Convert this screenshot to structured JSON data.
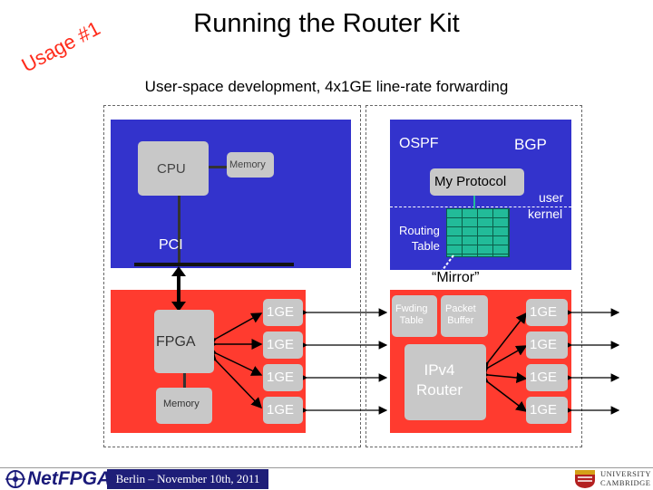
{
  "stamp": "Usage #1",
  "title": "Running the Router Kit",
  "subtitle": "User-space development, 4x1GE line-rate forwarding",
  "left": {
    "cpu": "CPU",
    "memory": "Memory",
    "pci": "PCI",
    "fpga": "FPGA",
    "fpga_memory": "Memory",
    "ports": [
      "1GE",
      "1GE",
      "1GE",
      "1GE"
    ]
  },
  "right": {
    "ospf": "OSPF",
    "bgp": "BGP",
    "my_protocol": "My Protocol",
    "user": "user",
    "kernel": "kernel",
    "routing_table": "Routing\nTable",
    "mirror": "“Mirror”",
    "fwding_table": "Fwding\nTable",
    "packet_buffer": "Packet\nBuffer",
    "ipv4_router": "IPv4\nRouter",
    "ports": [
      "1GE",
      "1GE",
      "1GE",
      "1GE"
    ]
  },
  "footer": {
    "event": "Berlin – November 10th, 2011",
    "logo": "NetFPGA",
    "university": "UNIVERSITY OF\nCAMBRIDGE"
  },
  "colors": {
    "software": "#3333cc",
    "hardware": "#ff3b2f",
    "module": "#c8c8c8",
    "routing_table": "#22bb99",
    "footer": "#1e1e78"
  }
}
